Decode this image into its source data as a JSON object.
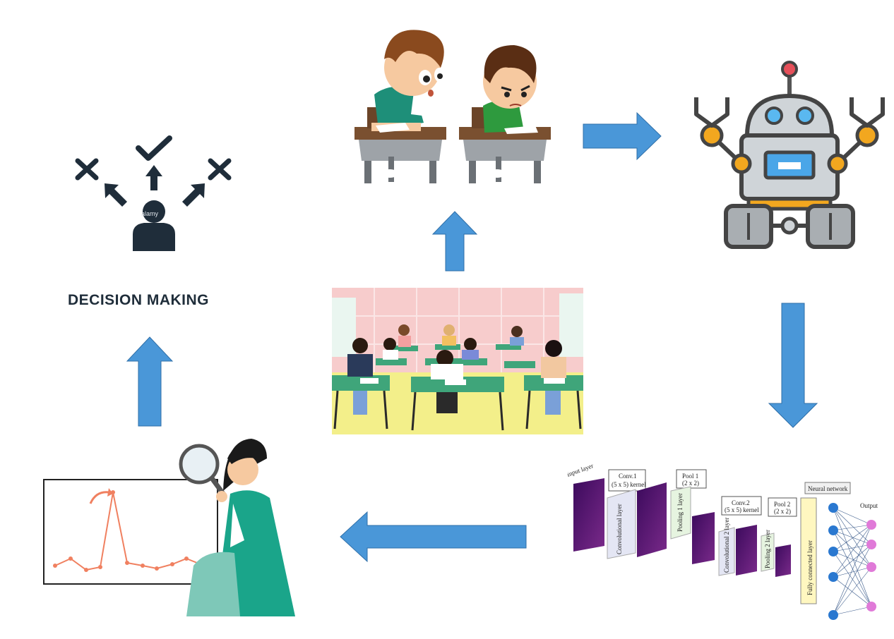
{
  "decision_panel": {
    "title": "DECISION MAKING",
    "watermark": "alamy"
  },
  "cnn_panel": {
    "input_label": "Input layer",
    "conv1_label": "Conv.1",
    "conv1_kernel": "(5 x 5) kernel",
    "pool1_label": "Pool 1",
    "pool1_size": "(2 x 2)",
    "conv2_label": "Conv.2",
    "conv2_kernel": "(5 x 5) kernel",
    "pool2_label": "Pool 2",
    "pool2_size": "(2 x 2)",
    "conv_layer_label": "Convolutional layer",
    "pool_layer_label": "Pooling 1 layer",
    "conv2_layer_label": "Convolutional 2 layer",
    "pool2_layer_label": "Pooling 2 layer",
    "fc_label": "Fully connected layer",
    "nn_label": "Neural network",
    "output_label": "Output"
  },
  "colors": {
    "arrow_blue": "#4a97d8",
    "arrow_border": "#2f6fa8",
    "dark_icon": "#1f2d3a",
    "teal": "#1aa58a",
    "classroom_floor": "#f3ef8a",
    "classroom_wall": "#f7cccc",
    "desk_green": "#3fa57a"
  }
}
